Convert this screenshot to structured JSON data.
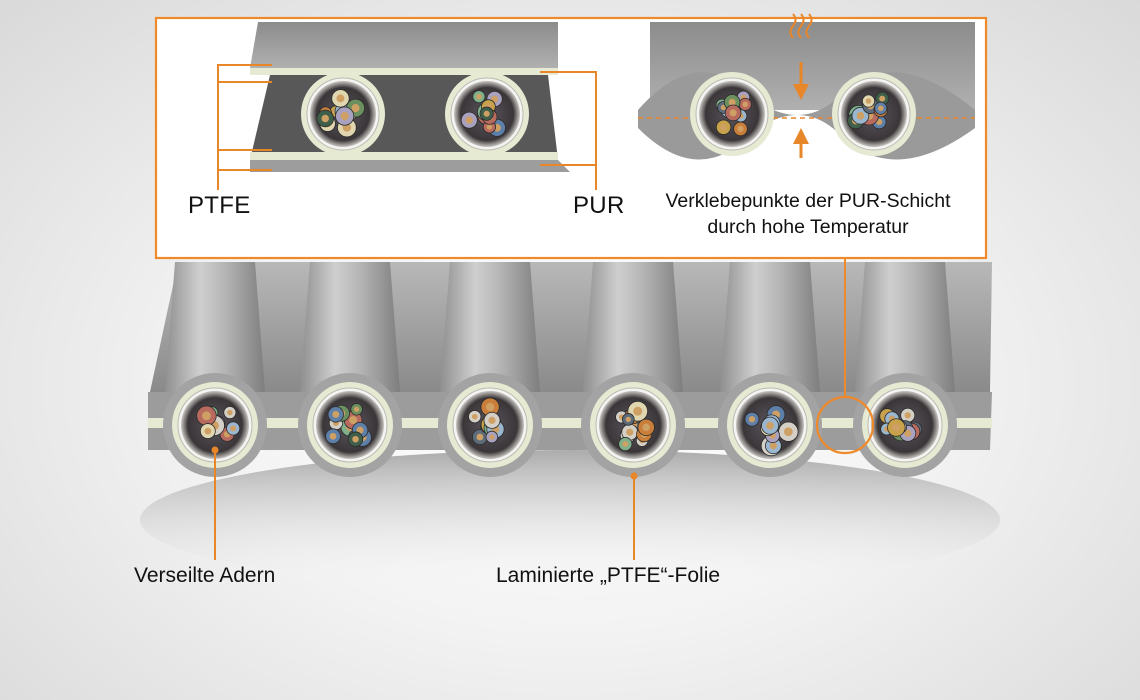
{
  "inset": {
    "label_ptfe": "PTFE",
    "label_pur": "PUR",
    "note_line1": "Verklebepunkte der PUR-Schicht",
    "note_line2": "durch hohe Temperatur"
  },
  "main": {
    "label_cores": "Verseilte Adern",
    "label_foil": "Laminierte „PTFE“-Folie"
  },
  "colors": {
    "accent": "#e8862a",
    "frame": "#ef8a2b",
    "ptfe_layer": "#e6ead2",
    "jacket_gray": "#a9a9a9"
  }
}
